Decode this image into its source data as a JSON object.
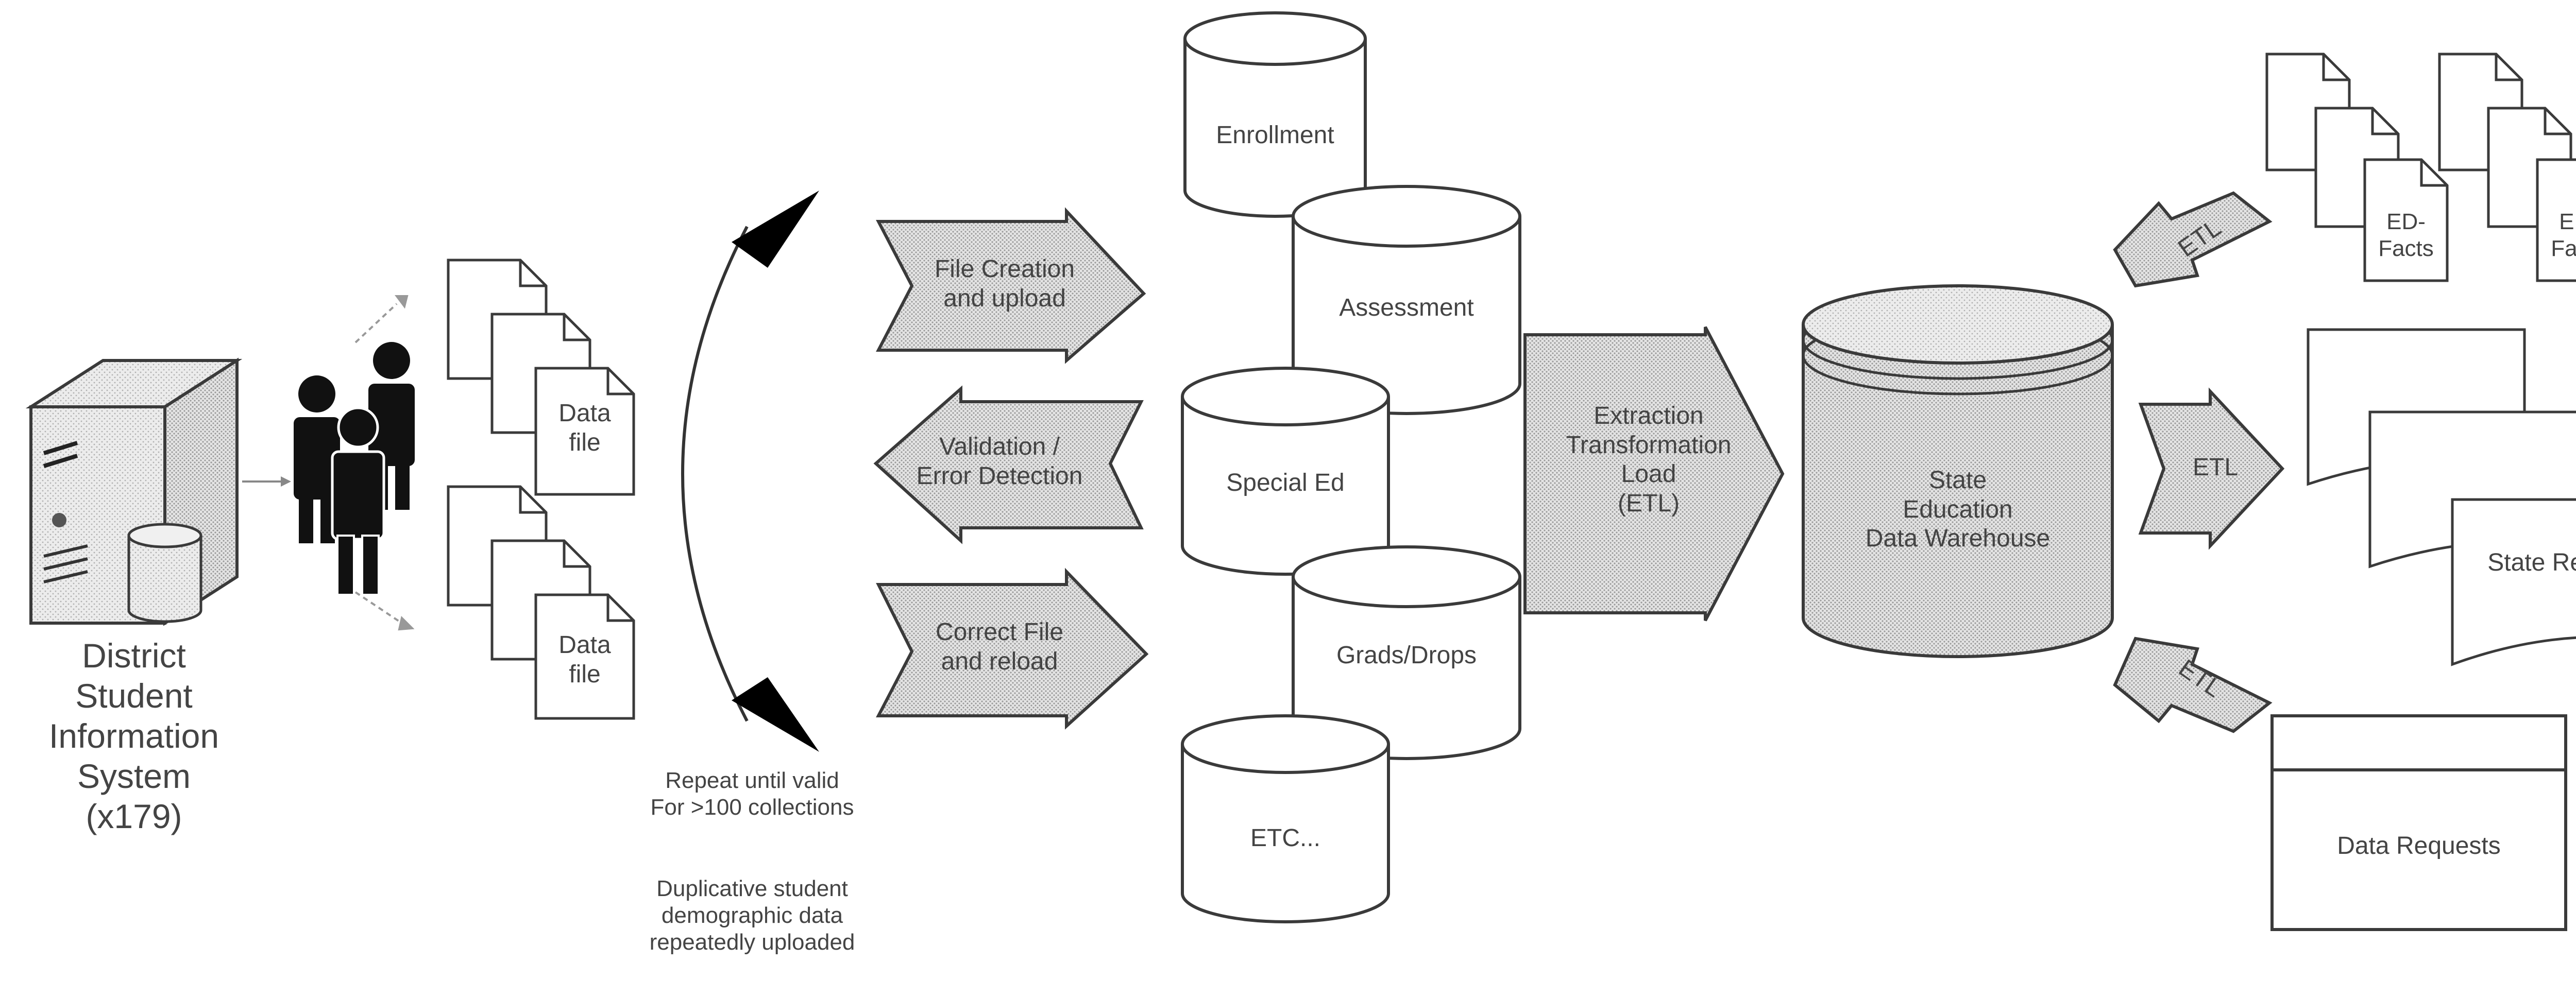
{
  "district_system": {
    "label": "District\nStudent\nInformation\nSystem\n(x179)"
  },
  "data_files": [
    "Data\nfile",
    "Data\nfile"
  ],
  "process_arrows": [
    {
      "label": "File Creation\nand upload"
    },
    {
      "label": "Validation /\nError Detection"
    },
    {
      "label": "Correct File\nand reload"
    }
  ],
  "loop_notes": {
    "repeat": "Repeat until valid\nFor >100 collections",
    "duplicative": "Duplicative student\ndemographic data\nrepeatedly uploaded"
  },
  "collections": [
    {
      "label": "Enrollment"
    },
    {
      "label": "Assessment"
    },
    {
      "label": "Special Ed"
    },
    {
      "label": "Grads/Drops"
    },
    {
      "label": "ETC..."
    }
  ],
  "etl_main": {
    "label": "Extraction\nTransformation\nLoad\n(ETL)"
  },
  "warehouse": {
    "label": "State\nEducation\nData Warehouse"
  },
  "etl_outputs": [
    {
      "label": "ETL"
    },
    {
      "label": "ETL"
    },
    {
      "label": "ETL"
    }
  ],
  "edfacts": [
    "ED-\nFacts",
    "ED-\nFacts"
  ],
  "state_reports": {
    "label": "State Reports"
  },
  "data_requests": {
    "label": "Data Requests"
  },
  "colors": {
    "stroke": "#3a3a3a",
    "fill": "#ffffff",
    "shaded": "#d9d9d9",
    "dark": "#111111",
    "text": "#444444"
  }
}
